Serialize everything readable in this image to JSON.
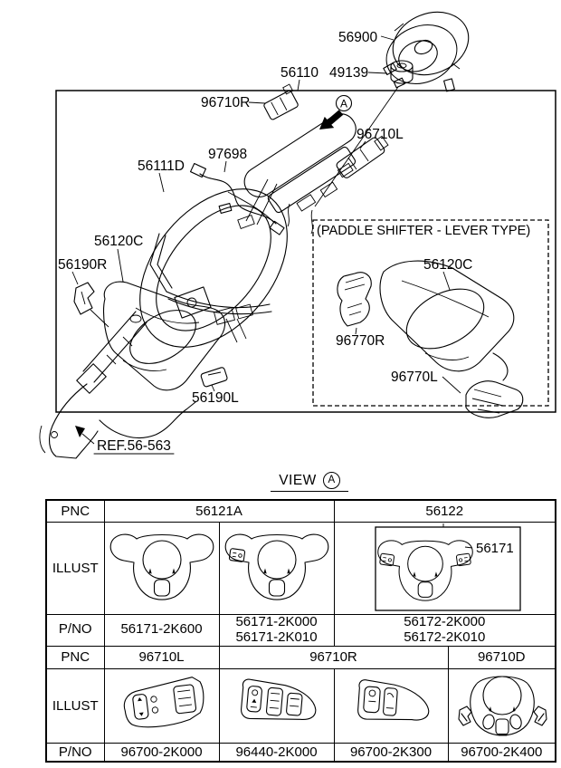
{
  "colors": {
    "ink": "#000000",
    "background": "#ffffff"
  },
  "diagram": {
    "callouts": {
      "c56900": "56900",
      "c56110": "56110",
      "c49139": "49139",
      "c96710R": "96710R",
      "c96710L": "96710L",
      "c97698": "97698",
      "c56111D": "56111D",
      "c56120C": "56120C",
      "c56190R": "56190R",
      "c56190L": "56190L",
      "ref": "REF.56-563",
      "marker": "A"
    },
    "paddle_box": {
      "title": "(PADDLE SHIFTER - LEVER TYPE)",
      "c56120C": "56120C",
      "c96770R": "96770R",
      "c96770L": "96770L"
    }
  },
  "view_section": {
    "label": "VIEW",
    "marker": "A"
  },
  "parts_table": {
    "row_headers": {
      "pnc": "PNC",
      "illust": "ILLUST",
      "pno": "P/NO"
    },
    "upper": {
      "pnc": {
        "a": "56121A",
        "b": "56122"
      },
      "callout": "56171",
      "pno": {
        "col1": [
          "56171-2K600"
        ],
        "col2": [
          "56171-2K000",
          "56171-2K010"
        ],
        "col3": [
          "56172-2K000",
          "56172-2K010"
        ]
      }
    },
    "lower": {
      "pnc": {
        "col1": "96710L",
        "col2": "96710R",
        "col3": "96710D"
      },
      "pno": {
        "col1": "96700-2K000",
        "col2": "96440-2K000",
        "col3": "96700-2K300",
        "col4": "96700-2K400"
      }
    }
  }
}
